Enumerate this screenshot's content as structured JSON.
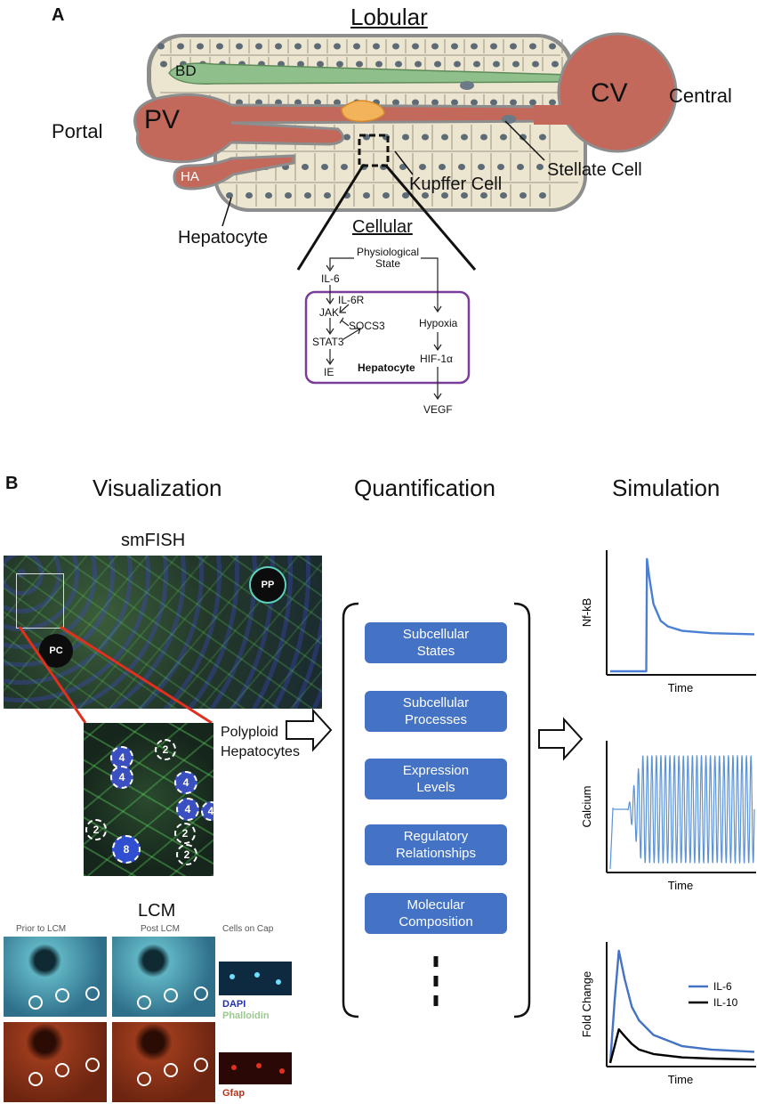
{
  "panel_a": {
    "letter": "A",
    "lobular_title": "Lobular",
    "portal_label": "Portal",
    "central_label": "Central",
    "pv_label": "PV",
    "cv_label": "CV",
    "bd_label": "BD",
    "ha_label": "HA",
    "kupffer_label": "Kupffer Cell",
    "stellate_label": "Stellate Cell",
    "hepatocyte_label": "Hepatocyte",
    "cellular_title": "Cellular",
    "pathway": {
      "physiological_state": "Physiological State",
      "il6": "IL-6",
      "il6r": "IL-6R",
      "jak": "JAK",
      "socs3": "SOCS3",
      "stat3": "STAT3",
      "ie": "IE",
      "hypoxia": "Hypoxia",
      "hif1a": "HIF-1α",
      "vegf": "VEGF",
      "hepatocyte_box": "Hepatocyte",
      "box_color": "#7a3d9a"
    },
    "colors": {
      "vessel": "#c2695b",
      "bile": "#8fbf8a",
      "cell": "#ece5d0",
      "nucleus": "#5c6b75"
    }
  },
  "panel_b": {
    "letter": "B",
    "visualization_title": "Visualization",
    "quantification_title": "Quantification",
    "simulation_title": "Simulation",
    "smfish_title": "smFISH",
    "pc_label": "PC",
    "pp_label": "PP",
    "polyploid_label": "Polyploid Hepatocytes",
    "ploidy_values": [
      "2",
      "4",
      "4",
      "4",
      "2",
      "4",
      "4",
      "8",
      "2",
      "2"
    ],
    "lcm": {
      "title": "LCM",
      "col1": "Prior to LCM",
      "col2": "Post LCM",
      "col3": "Cells on Cap",
      "dapi": "DAPI",
      "phalloidin": "Phalloidin",
      "gfap": "Gfap"
    },
    "quant_items": [
      {
        "line1": "Subcellular",
        "line2": "States"
      },
      {
        "line1": "Subcellular",
        "line2": "Processes"
      },
      {
        "line1": "Expression",
        "line2": "Levels"
      },
      {
        "line1": "Regulatory",
        "line2": "Relationships"
      },
      {
        "line1": "Molecular",
        "line2": "Composition"
      }
    ],
    "quant_box_color": "#4472c4"
  },
  "chart_data": [
    {
      "type": "line",
      "ylabel": "Nf-kB",
      "xlabel": "Time",
      "series": [
        {
          "color": "#4a7fd4",
          "x": [
            0,
            2.5,
            2.55,
            2.7,
            3.0,
            3.5,
            4.0,
            5.0,
            7.0,
            10.0
          ],
          "y": [
            0,
            0,
            1.0,
            0.85,
            0.6,
            0.45,
            0.4,
            0.36,
            0.34,
            0.33
          ]
        }
      ]
    },
    {
      "type": "line",
      "ylabel": "Calcium",
      "xlabel": "Time",
      "series": [
        {
          "color": "#5b93d6",
          "description_free": true,
          "oscillation": {
            "baseline": 0.5,
            "amplitude_max": 0.45,
            "periods": 32,
            "onset": 0.22
          }
        }
      ]
    },
    {
      "type": "line",
      "ylabel": "Fold Change",
      "xlabel": "Time",
      "series": [
        {
          "name": "IL-6",
          "color": "#4472c4",
          "x": [
            0,
            0.3,
            0.6,
            1.0,
            1.5,
            2.0,
            3.0,
            5.0,
            7.0,
            10.0
          ],
          "y": [
            0,
            0.55,
            1.0,
            0.75,
            0.5,
            0.38,
            0.25,
            0.15,
            0.12,
            0.1
          ]
        },
        {
          "name": "IL-10",
          "color": "#000000",
          "x": [
            0,
            0.3,
            0.6,
            1.0,
            1.5,
            2.0,
            3.0,
            5.0,
            7.0,
            10.0
          ],
          "y": [
            0,
            0.15,
            0.3,
            0.24,
            0.17,
            0.12,
            0.08,
            0.05,
            0.04,
            0.03
          ]
        }
      ],
      "legend": "top-right"
    }
  ]
}
